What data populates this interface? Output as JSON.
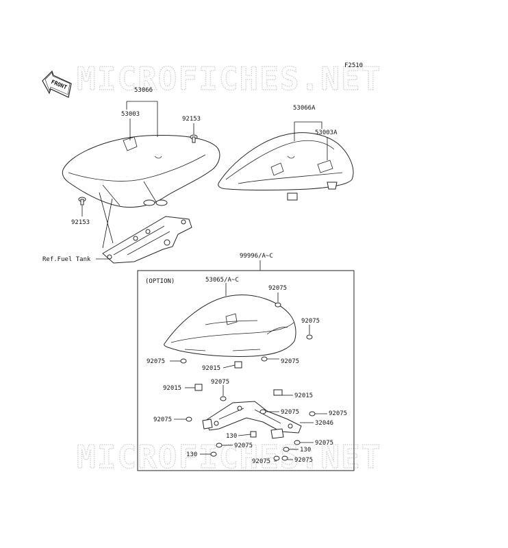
{
  "diagram": {
    "code": "F2510",
    "front_arrow": "FRONT",
    "watermark_top": "MICROFICHES.NET",
    "watermark_bottom": "MICROFICHES.NET",
    "option_label": "(OPTION)",
    "ref_label": "Ref.Fuel Tank",
    "parts": {
      "p53066": "53066",
      "p53003": "53003",
      "p92153_top": "92153",
      "p92153_bottom": "92153",
      "p53066A": "53066A",
      "p53003A": "53003A",
      "p99996": "99996/A~C",
      "p53065": "53065/A~C",
      "p92075_a": "92075",
      "p92075_b": "92075",
      "p92075_c": "92075",
      "p92075_d": "92075",
      "p92015_a": "92015",
      "p92075_e": "92075",
      "p92015_b": "92015",
      "p92015_c": "92015",
      "p92075_f": "92075",
      "p92075_g": "92075",
      "p92075_h": "92075",
      "p32046": "32046",
      "p130_a": "130",
      "p92075_i": "92075",
      "p92075_j": "92075",
      "p130_b": "130",
      "p130_c": "130",
      "p92075_k": "92075",
      "p92075_l": "92075"
    }
  }
}
